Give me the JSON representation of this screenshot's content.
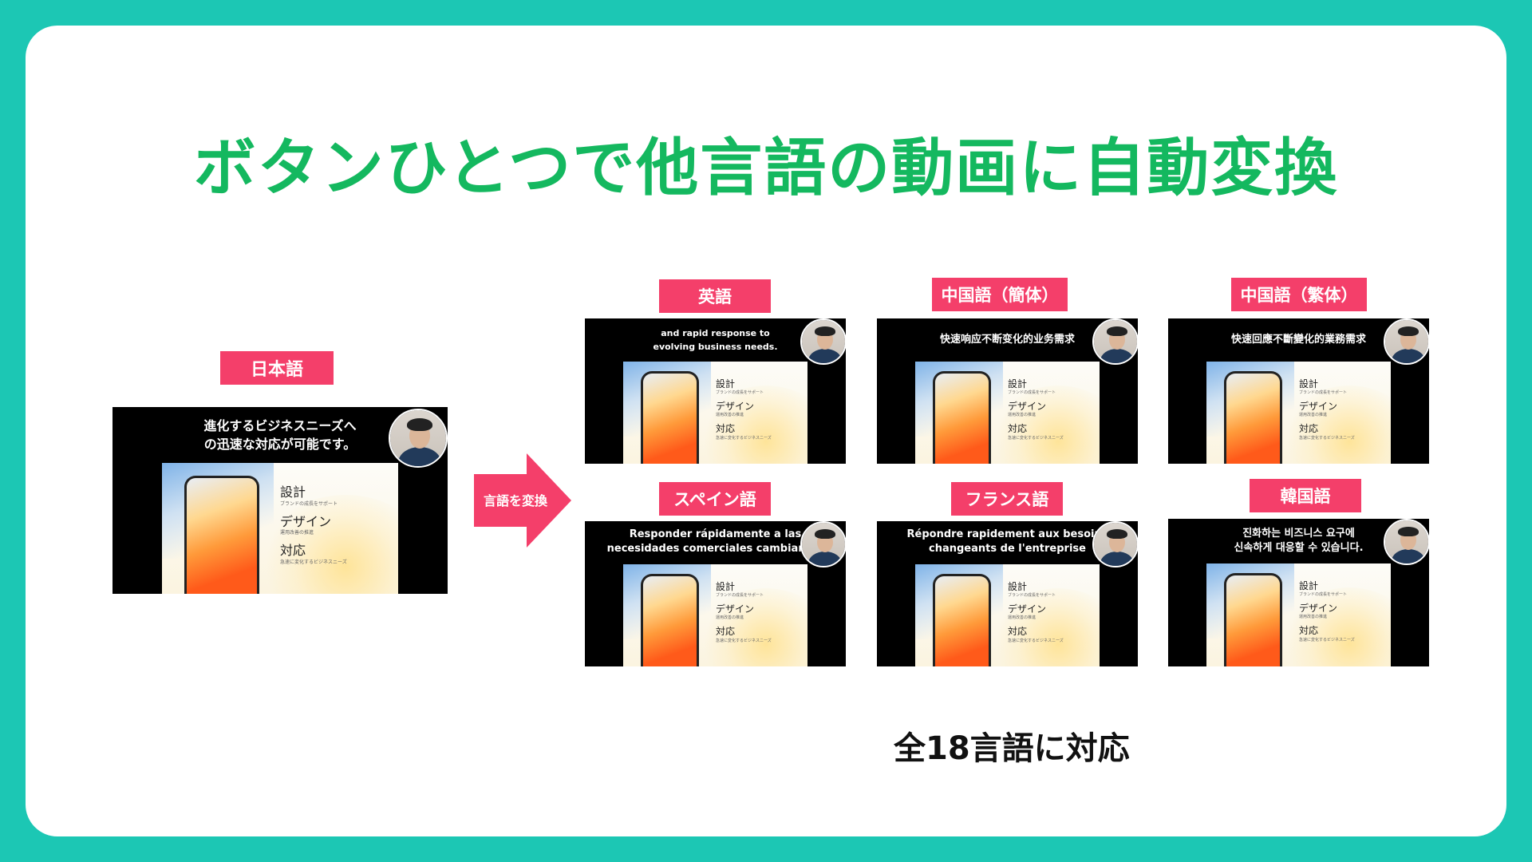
{
  "headline": "ボタンひとつで他言語の動画に自動変換",
  "menu": {
    "item1": "設計",
    "item1_sub": "ブランドの成長をサポート",
    "item2": "デザイン",
    "item2_sub": "運用改善の推進",
    "item3": "対応",
    "item3_sub": "急速に変化するビジネスニーズ"
  },
  "source": {
    "label": "日本語",
    "caption": "進化するビジネスニーズへ\nの迅速な対応が可能です。"
  },
  "convert_arrow": {
    "label": "言語を変換"
  },
  "targets": [
    {
      "label": "英語",
      "caption": "and rapid response to\nevolving business needs."
    },
    {
      "label": "中国語（簡体）",
      "caption": "快速响应不断变化的业务需求"
    },
    {
      "label": "中国語（繁体）",
      "caption": "快速回應不斷變化的業務需求"
    },
    {
      "label": "スペイン語",
      "caption": "Responder rápidamente a las\nnecesidades comerciales cambiantes"
    },
    {
      "label": "フランス語",
      "caption": "Répondre rapidement aux besoins\nchangeants de l'entreprise"
    },
    {
      "label": "韓国語",
      "caption": "진화하는 비즈니스 요구에\n신속하게 대응할 수 있습니다."
    }
  ],
  "footer_note": "全18言語に対応",
  "colors": {
    "background": "#1cc7b4",
    "headline": "#14b85f",
    "label_bg": "#f43f6a"
  }
}
